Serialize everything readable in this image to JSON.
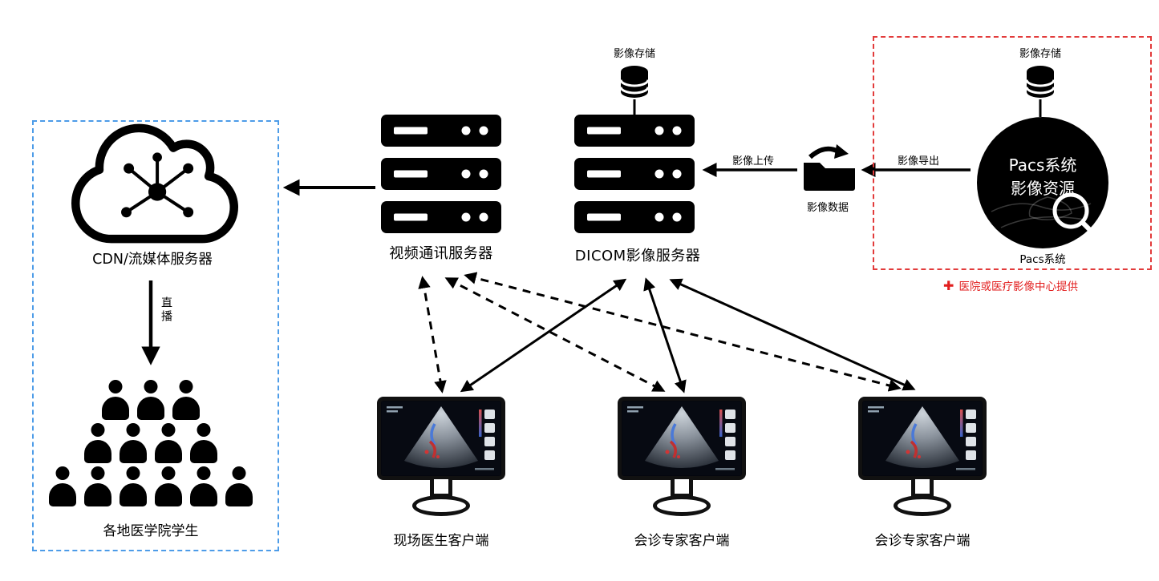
{
  "diagram": {
    "cdn": {
      "caption": "CDN/流媒体服务器",
      "live_label": "直播",
      "students_caption": "各地医学院学生"
    },
    "video_server": {
      "caption": "视频通讯服务器"
    },
    "dicom_server": {
      "caption": "DICOM影像服务器",
      "storage_label": "影像存储"
    },
    "pacs": {
      "storage_label": "影像存储",
      "circle_title_line1": "Pacs系统",
      "circle_title_line2": "影像资源",
      "caption": "Pacs系统",
      "provider_plus": "✚",
      "provider_note": "医院或医疗影像中心提供"
    },
    "transfer": {
      "folder_caption": "影像数据",
      "upload_label": "影像上传",
      "export_label": "影像导出"
    },
    "clients": [
      {
        "caption": "现场医生客户端"
      },
      {
        "caption": "会诊专家客户端"
      },
      {
        "caption": "会诊专家客户端"
      }
    ],
    "colors": {
      "provider_box_red": "#e23b3b",
      "audience_box_blue": "#4d9ce8",
      "ink": "#000000"
    }
  }
}
